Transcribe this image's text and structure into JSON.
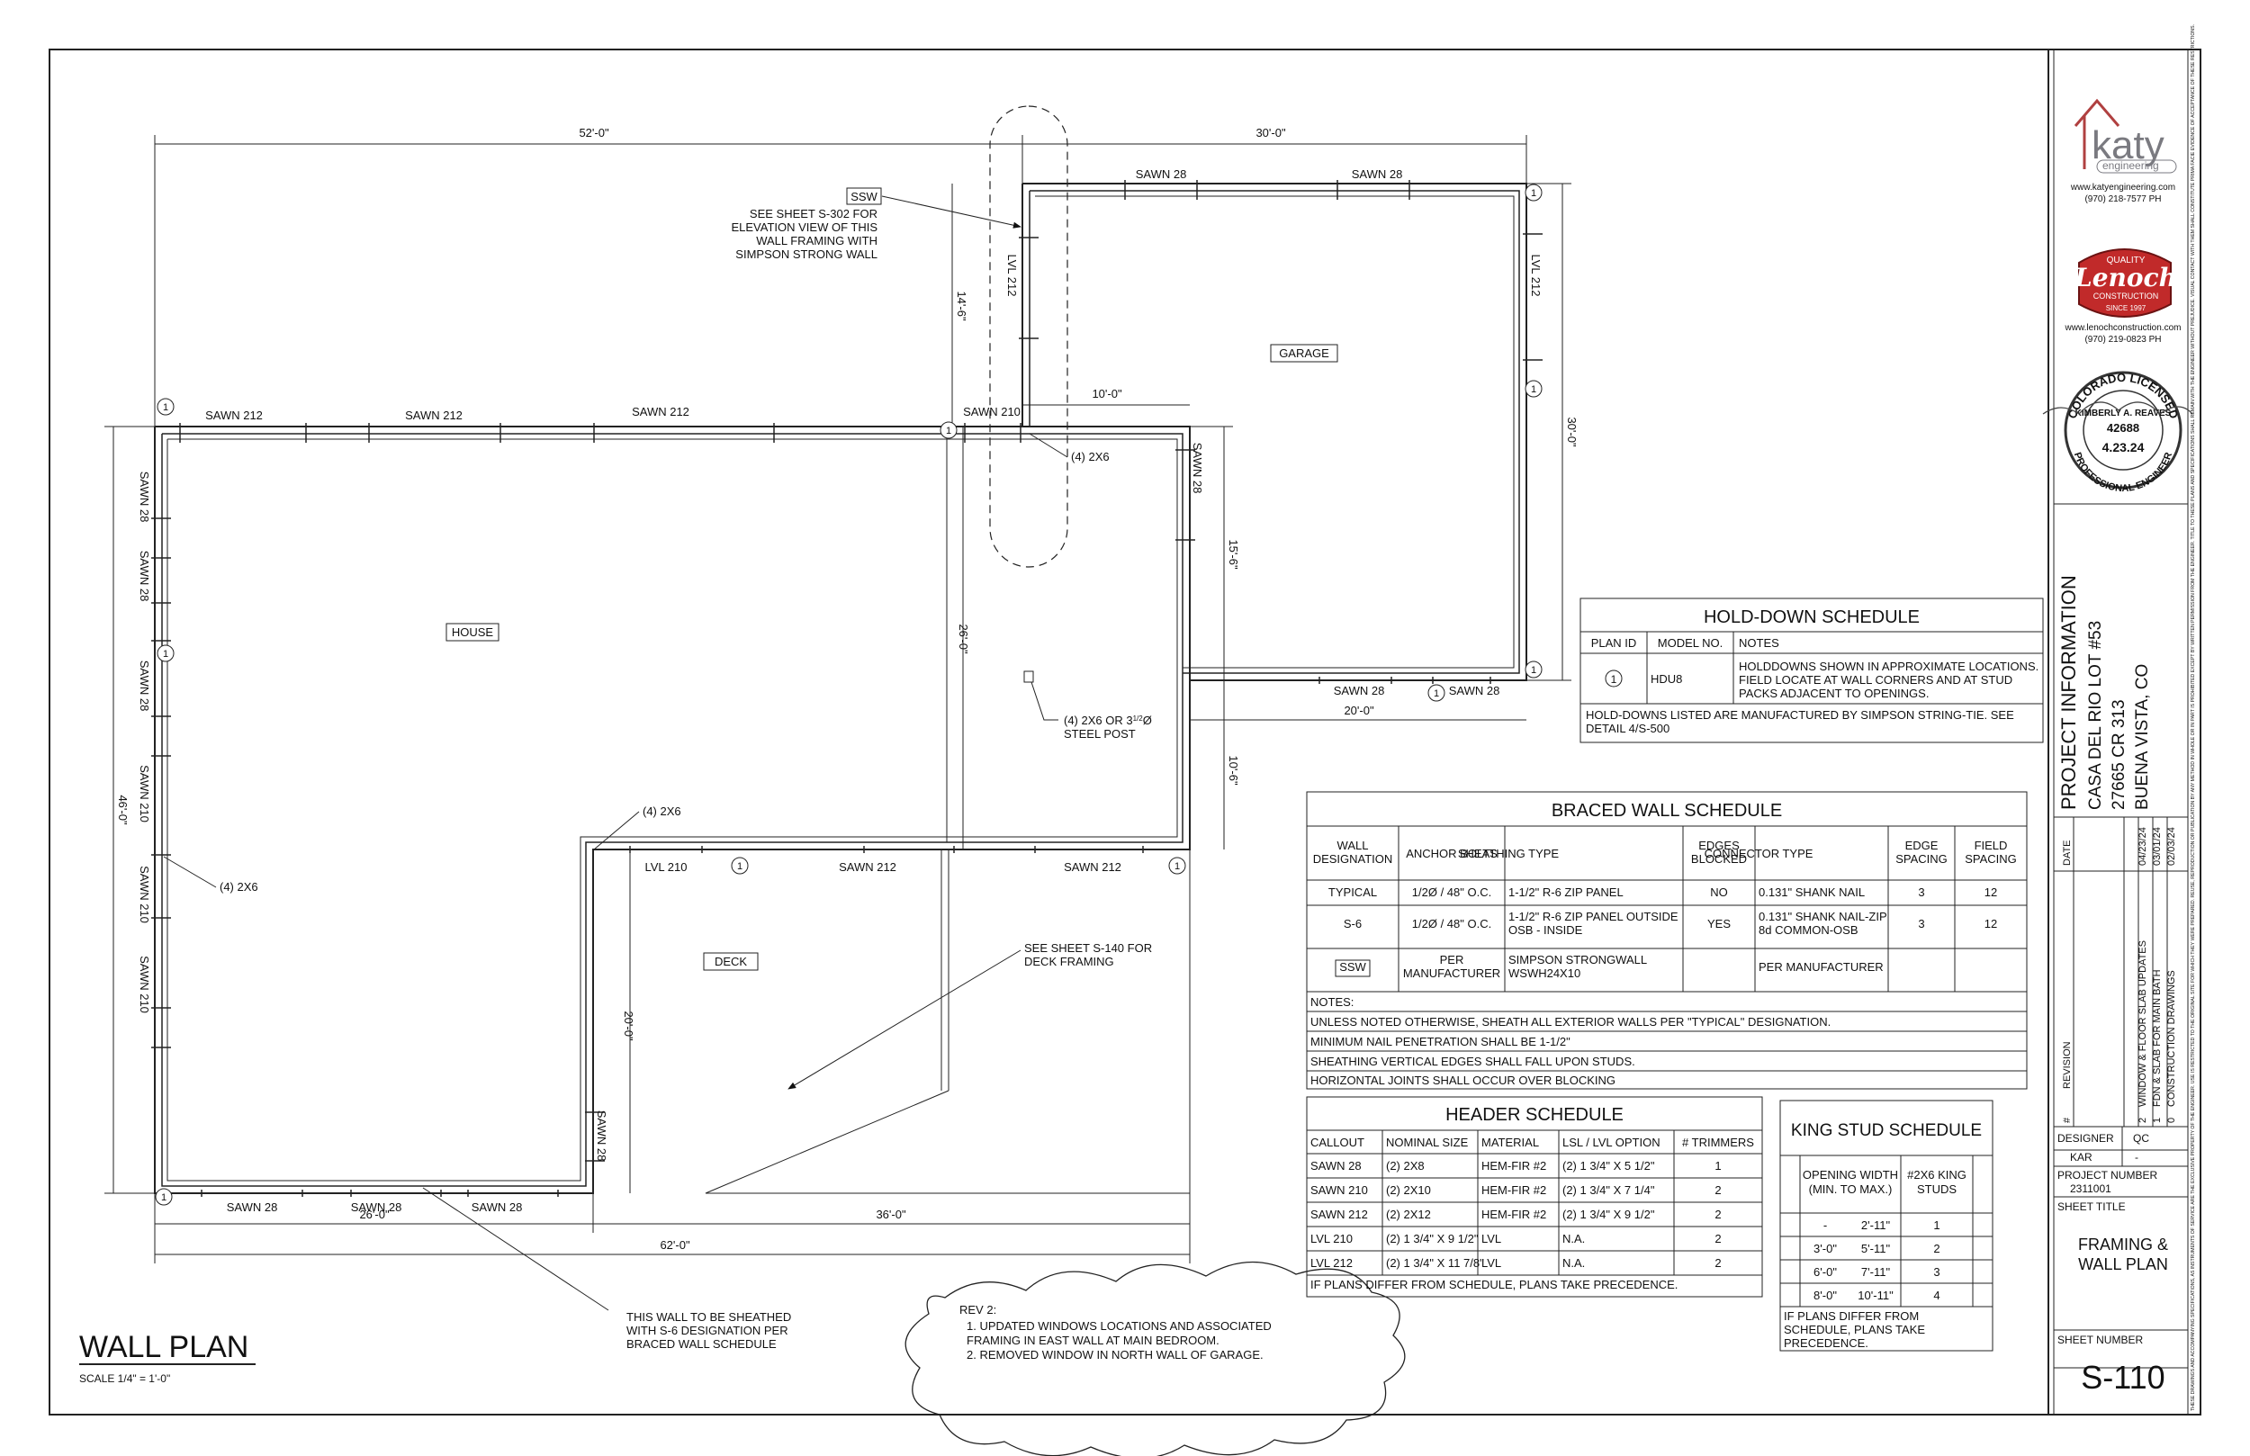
{
  "plan": {
    "title": "WALL PLAN",
    "scale": "SCALE 1/4\" = 1'-0\"",
    "rooms": {
      "house": "HOUSE",
      "garage": "GARAGE",
      "deck": "DECK"
    },
    "dims": {
      "top_52": "52'-0\"",
      "top_30": "30'-0\"",
      "garage_14_6": "14'-6\"",
      "garage_10_0": "10'-0\"",
      "right_30": "30'-0\"",
      "right_15_6": "15'-6\"",
      "garage_20_0": "20'-0\"",
      "mid_26": "26'-0\"",
      "mid_10_6": "10'-6\"",
      "left_46": "46'-0\"",
      "deck_20": "20'-0\"",
      "bot_26": "26'-0\"",
      "bot_36": "36'-0\"",
      "bot_62": "62'-0\""
    },
    "headers": {
      "s212_a": "SAWN 212",
      "s212_b": "SAWN 212",
      "s212_c": "SAWN 212",
      "s210_top": "SAWN 210",
      "g28_a": "SAWN 28",
      "g28_b": "SAWN 28",
      "glvl_l": "LVL 212",
      "glvl_r": "LVL 212",
      "gb28_a": "SAWN 28",
      "gb28_b": "SAWN 28",
      "rs28": "SAWN 28",
      "l28_a": "SAWN 28",
      "l28_b": "SAWN 28",
      "l28_c": "SAWN 28",
      "l210_a": "SAWN 210",
      "l210_b": "SAWN 210",
      "l210_c": "SAWN 210",
      "lvl210": "LVL 210",
      "s212_d": "SAWN 212",
      "s212_e": "SAWN 212",
      "ds28": "SAWN 28",
      "b28_a": "SAWN 28",
      "b28_b": "SAWN 28",
      "b28_c": "SAWN 28"
    },
    "notes": {
      "ssw_tag": "SSW",
      "ssw_1": "SEE SHEET S-302 FOR",
      "ssw_2": "ELEVATION VIEW OF THIS",
      "ssw_3": "WALL FRAMING WITH",
      "ssw_4": "SIMPSON STRONG WALL",
      "post_1": "(4) 2X6 OR 3",
      "post_frac": "1/2",
      "post_2": "Ø",
      "post_3": "STEEL POST",
      "x2x6_a": "(4) 2X6",
      "x2x6_b": "(4)  2X6",
      "x2x6_c": "(4)  2X6",
      "deck_1": "SEE SHEET S-140 FOR",
      "deck_2": "DECK FRAMING",
      "wall_1": "THIS WALL TO BE SHEATHED",
      "wall_2": "WITH S-6 DESIGNATION PER",
      "wall_3": "BRACED WALL SCHEDULE",
      "rev_title": "REV 2:",
      "rev_1a": "1.    UPDATED WINDOWS LOCATIONS AND ASSOCIATED",
      "rev_1b": "       FRAMING IN EAST WALL AT MAIN BEDROOM.",
      "rev_2": "2.    REMOVED WINDOW IN NORTH WALL OF GARAGE."
    },
    "tag": "1"
  },
  "holddown": {
    "title": "HOLD-DOWN SCHEDULE",
    "headers": [
      "PLAN ID",
      "MODEL NO.",
      "NOTES"
    ],
    "row": {
      "id": "1",
      "model": "HDU8",
      "notes": [
        "HOLDDOWNS SHOWN IN APPROXIMATE LOCATIONS.",
        "FIELD LOCATE AT WALL CORNERS AND AT STUD",
        "PACKS ADJACENT TO OPENINGS."
      ]
    },
    "footer": [
      "HOLD-DOWNS LISTED ARE MANUFACTURED BY SIMPSON STRING-TIE.  SEE",
      "DETAIL 4/S-500"
    ]
  },
  "braced": {
    "title": "BRACED WALL SCHEDULE",
    "headers": [
      [
        "WALL",
        "DESIGNATION"
      ],
      [
        "ANCHOR BOLTS"
      ],
      [
        "SHEATHING TYPE"
      ],
      [
        "EDGES",
        "BLOCKED"
      ],
      [
        "CONNECTOR TYPE"
      ],
      [
        "EDGE",
        "SPACING"
      ],
      [
        "FIELD",
        "SPACING"
      ]
    ],
    "rows": [
      [
        [
          "TYPICAL"
        ],
        [
          "1/2Ø / 48\" O.C."
        ],
        [
          "1-1/2\" R-6 ZIP PANEL"
        ],
        [
          "NO"
        ],
        [
          "0.131\" SHANK NAIL"
        ],
        [
          "3"
        ],
        [
          "12"
        ]
      ],
      [
        [
          "S-6"
        ],
        [
          "1/2Ø / 48\" O.C."
        ],
        [
          "1-1/2\" R-6 ZIP PANEL OUTSIDE",
          "OSB - INSIDE"
        ],
        [
          "YES"
        ],
        [
          "0.131\" SHANK NAIL-ZIP",
          "8d COMMON-OSB"
        ],
        [
          "3"
        ],
        [
          "12"
        ]
      ],
      [
        [
          "SSW"
        ],
        [
          "PER",
          "MANUFACTURER"
        ],
        [
          "SIMPSON STRONGWALL",
          "WSWH24X10"
        ],
        [
          ""
        ],
        [
          "PER MANUFACTURER"
        ],
        [
          ""
        ],
        [
          ""
        ]
      ]
    ],
    "notes": [
      "NOTES:",
      "UNLESS NOTED OTHERWISE, SHEATH ALL EXTERIOR WALLS PER \"TYPICAL\" DESIGNATION.",
      "MINIMUM NAIL PENETRATION SHALL BE 1-1/2\"",
      "SHEATHING VERTICAL EDGES SHALL FALL UPON STUDS.",
      "HORIZONTAL JOINTS SHALL OCCUR OVER BLOCKING"
    ]
  },
  "header_sched": {
    "title": "HEADER SCHEDULE",
    "headers": [
      "CALLOUT",
      "NOMINAL SIZE",
      "MATERIAL",
      "LSL / LVL OPTION",
      "# TRIMMERS"
    ],
    "rows": [
      [
        "SAWN 28",
        "(2) 2X8",
        "HEM-FIR #2",
        "(2) 1 3/4\" X 5 1/2\"",
        "1"
      ],
      [
        "SAWN 210",
        "(2) 2X10",
        "HEM-FIR #2",
        "(2) 1 3/4\" X 7 1/4\"",
        "2"
      ],
      [
        "SAWN 212",
        "(2) 2X12",
        "HEM-FIR #2",
        "(2) 1 3/4\" X 9 1/2\"",
        "2"
      ],
      [
        "LVL 210",
        "(2) 1 3/4\" X 9 1/2\"",
        "LVL",
        "N.A.",
        "2"
      ],
      [
        "LVL 212",
        "(2) 1 3/4\" X 11 7/8\"",
        "LVL",
        "N.A.",
        "2"
      ]
    ],
    "footer": "IF PLANS DIFFER FROM SCHEDULE, PLANS TAKE PRECEDENCE."
  },
  "king": {
    "title": "KING STUD SCHEDULE",
    "headers": [
      [
        "OPENING WIDTH",
        "(MIN. TO MAX.)"
      ],
      [
        "#2X6 KING",
        "STUDS"
      ]
    ],
    "rows": [
      [
        "-",
        "2'-11\"",
        "1"
      ],
      [
        "3'-0\"",
        "5'-11\"",
        "2"
      ],
      [
        "6'-0\"",
        "7'-11\"",
        "3"
      ],
      [
        "8'-0\"",
        "10'-11\"",
        "4"
      ]
    ],
    "footer": [
      "IF PLANS DIFFER FROM",
      "SCHEDULE, PLANS TAKE",
      "PRECEDENCE."
    ]
  },
  "titleblock": {
    "katy_name": "katy",
    "katy_sub": "engineering",
    "katy_web": "www.katyengineering.com",
    "katy_ph": "(970) 218-7577 PH",
    "lenoch_quality": "QUALITY",
    "lenoch_name": "Lenoch",
    "lenoch_con": "CONSTRUCTION",
    "lenoch_since": "SINCE 1997",
    "lenoch_web": "www.lenochconstruction.com",
    "lenoch_ph": "(970) 219-0823 PH",
    "seal_top": "COLORADO LICENSED",
    "seal_name": "KIMBERLY A. REAVES",
    "seal_no": "42688",
    "seal_date": "4.23.24",
    "seal_bot": "PROFESSIONAL ENGINEER",
    "proj_info": "PROJECT INFORMATION",
    "proj_lines": [
      "CASA DEL RIO LOT #53",
      "27665 CR 313",
      "BUENA VISTA, CO"
    ],
    "date_label": "DATE",
    "revision_label": "REVISION",
    "num_label": "#",
    "revisions": [
      {
        "n": "2",
        "desc": "WINDOW & FLOOR SLAB UPDATES",
        "date": "04/23/24"
      },
      {
        "n": "1",
        "desc": "FDN & SLAB FOR MAIN BATH",
        "date": "03/01/24"
      },
      {
        "n": "0",
        "desc": "CONSTRUCTION DRAWINGS",
        "date": "02/03/24"
      }
    ],
    "designer_label": "DESIGNER",
    "designer": "KAR",
    "qc_label": "QC",
    "qc": "-",
    "pn_label": "PROJECT NUMBER",
    "pn": "2311001",
    "st_label": "SHEET TITLE",
    "st": [
      "FRAMING &",
      "WALL PLAN"
    ],
    "sn_label": "SHEET NUMBER",
    "sn": "S-110",
    "fine_print": "THESE DRAWINGS AND ACCOMPANYING SPECIFICATIONS, AS INSTRUMENTS OF SERVICE ARE THE EXCLUSIVE PROPERTY OF THE ENGINEER. USE IS RESTRICTED TO THE ORIGINAL SITE FOR WHICH THEY WERE PREPARED. REUSE, REPRODUCTION OR PUBLICATION BY ANY METHOD IN WHOLE OR IN PART IS PROHIBITED EXCEPT BY WRITTEN PERMISSION FROM THE ENGINEER. TITLE TO THESE PLANS AND SPECIFICATIONS SHALL REMAIN WITH THE ENGINEER WITHOUT PREJUDICE. VISUAL CONTACT WITH THEM SHALL CONSTITUTE PRIMA FACIE EVIDENCE OF ACCEPTANCE OF THESE RESTRICTIONS."
  }
}
